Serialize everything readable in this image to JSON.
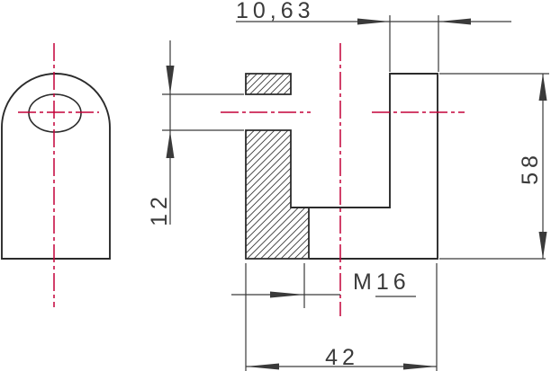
{
  "drawing": {
    "dimensions": {
      "top_width": "10,63",
      "slot_height": "12",
      "part_height": "58",
      "thread_label": "M16",
      "base_width": "42"
    },
    "colors": {
      "outline": "#2b2b2b",
      "dim": "#3a3a3a",
      "centerline": "#c40038",
      "background": "#ffffff"
    }
  }
}
